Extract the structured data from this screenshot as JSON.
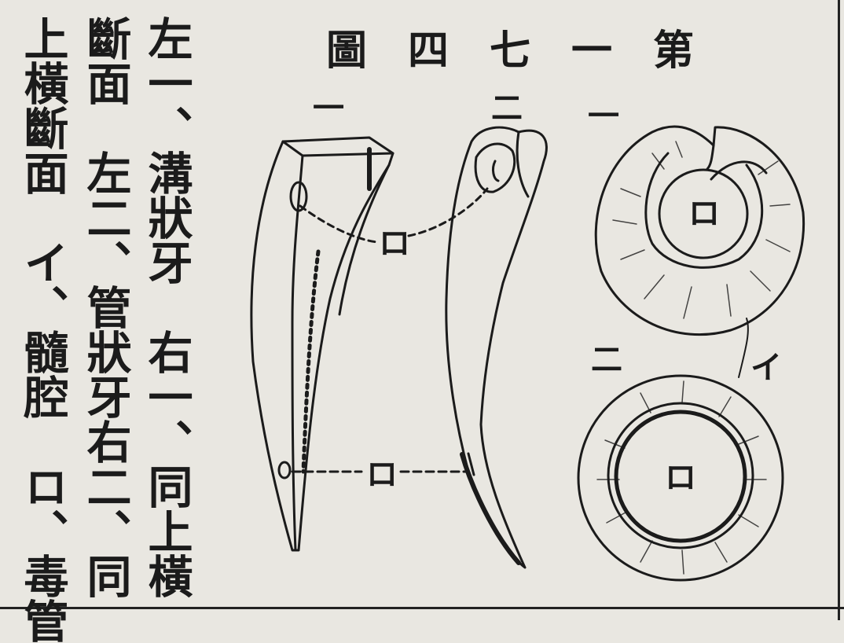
{
  "title": "第一七四圖",
  "caption_columns": [
    "左一、溝狀牙　右一、同上橫",
    "斷面　左二、管狀牙右二、同",
    "上橫斷面　イ、髓腔　ロ、毒管"
  ],
  "labels": {
    "left_one": "一",
    "left_two": "二",
    "right_one": "一",
    "right_two": "二",
    "ro_connector_top": "ロ",
    "ro_connector_bottom": "ロ",
    "ro_circle_top": "ロ",
    "ro_circle_bottom": "ロ",
    "i_pulp": "イ"
  }
}
